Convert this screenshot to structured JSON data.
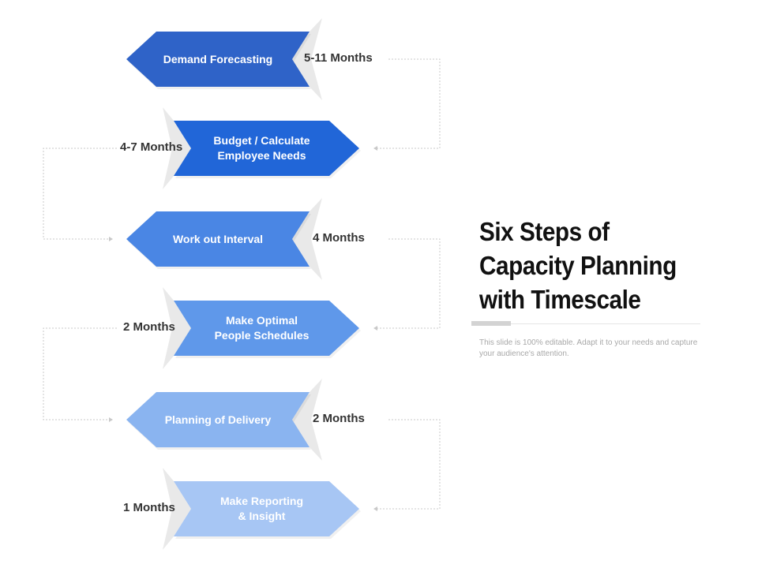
{
  "title": "Six Steps of Capacity Planning with Timescale",
  "subtitle": "This slide is 100% editable. Adapt it to your needs and capture your audience's attention.",
  "colors": {
    "step_1": "#2f63c8",
    "step_2": "#2166d8",
    "step_3": "#4a86e4",
    "step_4": "#5f98ea",
    "step_5": "#8ab4f0",
    "step_6": "#a7c6f4",
    "duration_text": "#333333",
    "connector": "#c8c8c8"
  },
  "steps": [
    {
      "label": "Demand Forecasting",
      "duration": "5-11 Months",
      "direction": "left"
    },
    {
      "label": "Budget / Calculate\nEmployee Needs",
      "duration": "4-7 Months",
      "direction": "right"
    },
    {
      "label": "Work out Interval",
      "duration": "4 Months",
      "direction": "left"
    },
    {
      "label": "Make Optimal\nPeople Schedules",
      "duration": "2 Months",
      "direction": "right"
    },
    {
      "label": "Planning of Delivery",
      "duration": "2 Months",
      "direction": "left"
    },
    {
      "label": "Make Reporting\n& Insight",
      "duration": "1 Months",
      "direction": "right"
    }
  ]
}
